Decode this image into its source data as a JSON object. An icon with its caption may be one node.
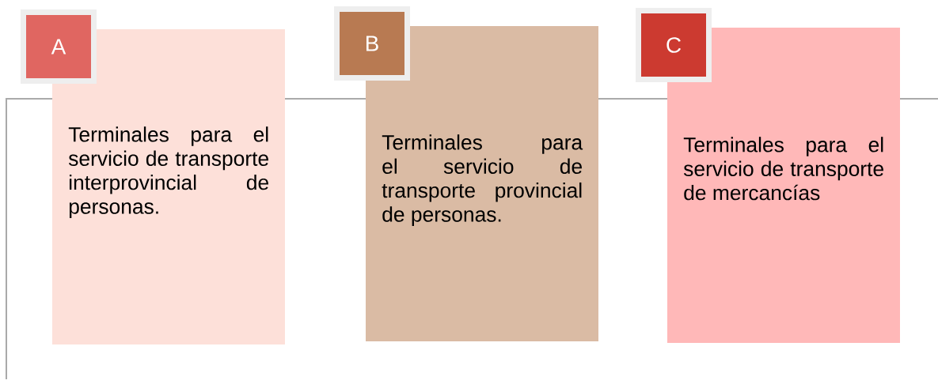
{
  "diagram": {
    "nodes": [
      {
        "text": [
          "A"
        ]
      },
      {
        "text": [
          "Terminales para el servicio de transporte interprovincial de personas."
        ]
      },
      {
        "text": [
          "B"
        ]
      },
      {
        "text": [
          "Terminales para el servicio de transporte provincial de personas."
        ]
      },
      {
        "text": [
          "C"
        ]
      },
      {
        "text": [
          "Terminales para el servicio de transporte de mercancías"
        ]
      }
    ]
  }
}
